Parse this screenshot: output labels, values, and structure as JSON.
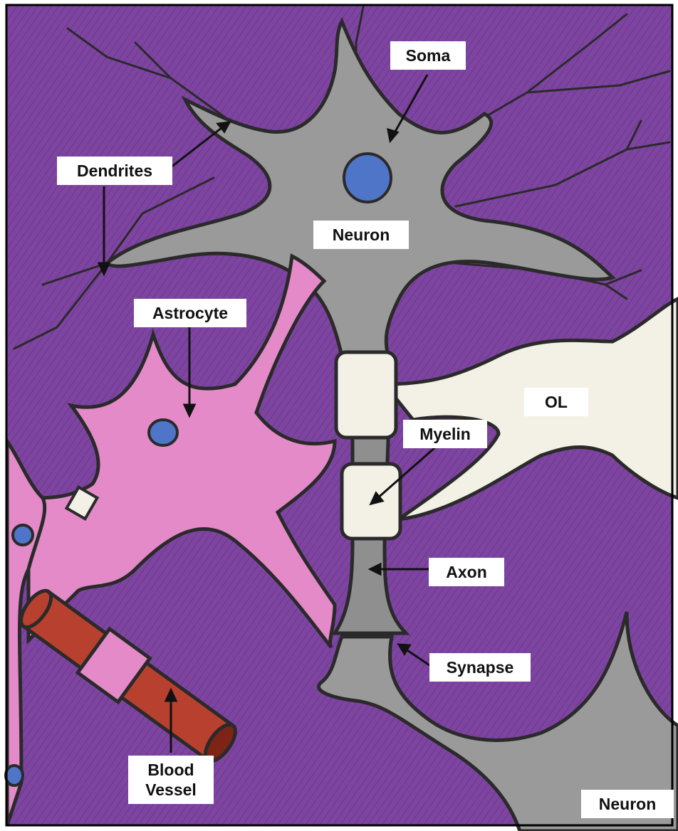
{
  "labels": {
    "soma": "Soma",
    "dendrites": "Dendrites",
    "neuron_top": "Neuron",
    "astrocyte": "Astrocyte",
    "ol": "OL",
    "myelin": "Myelin",
    "axon": "Axon",
    "synapse": "Synapse",
    "blood_vessel_line1": "Blood",
    "blood_vessel_line2": "Vessel",
    "neuron_bottom": "Neuron"
  },
  "colors": {
    "tissue": "#7e45a0",
    "tissue_dark": "#5f2f82",
    "neuron": "#9a9a9a",
    "neuron_light": "#b5b5b5",
    "nucleus": "#4f75c9",
    "astrocyte": "#e48ac8",
    "astrocyte_dark": "#cc4b9a",
    "oligodendrocyte": "#f3f0e6",
    "vessel": "#b8402f",
    "vessel_dark": "#7d2416",
    "outline": "#2a2a2a",
    "label_bg": "#ffffff"
  }
}
